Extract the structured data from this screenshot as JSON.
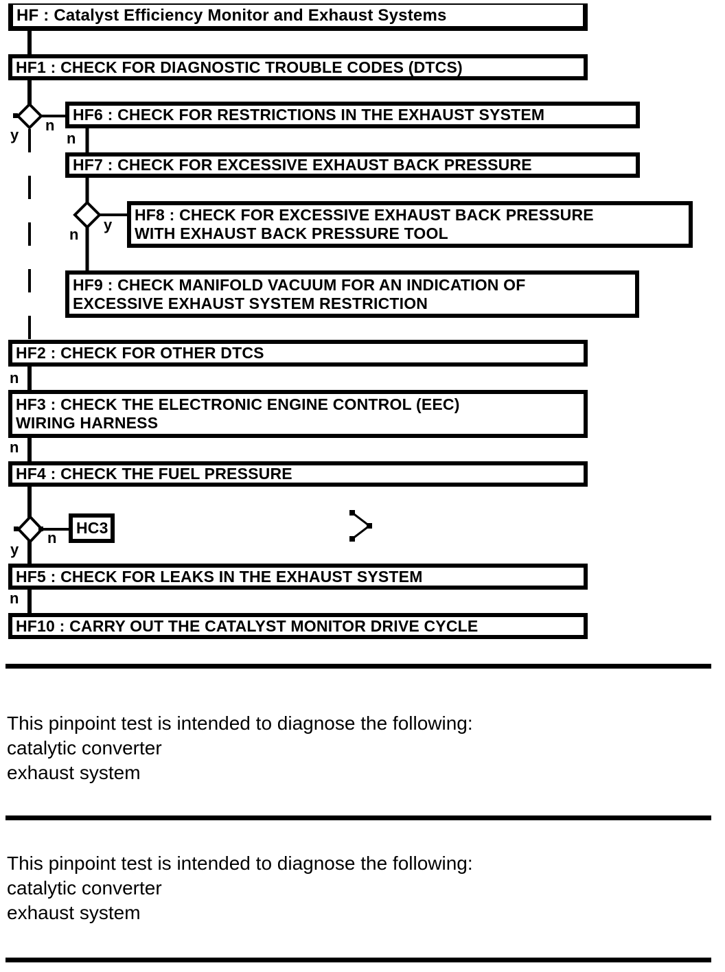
{
  "page": {
    "background_color": "#ffffff",
    "ink_color": "#000000"
  },
  "flowchart": {
    "title": "HF : Catalyst Efficiency Monitor and Exhaust Systems",
    "nodes": {
      "hf1": "HF1 : CHECK FOR DIAGNOSTIC TROUBLE CODES (DTCS)",
      "hf6": "HF6 : CHECK FOR RESTRICTIONS IN THE EXHAUST SYSTEM",
      "hf7": "HF7 : CHECK FOR EXCESSIVE EXHAUST BACK PRESSURE",
      "hf8": "HF8 : CHECK FOR EXCESSIVE EXHAUST BACK PRESSURE\nWITH EXHAUST BACK PRESSURE TOOL",
      "hf9": "HF9 : CHECK MANIFOLD VACUUM FOR AN INDICATION OF\nEXCESSIVE EXHAUST SYSTEM RESTRICTION",
      "hf2": "HF2 : CHECK FOR OTHER DTCS",
      "hf3": "HF3 : CHECK THE ELECTRONIC ENGINE CONTROL (EEC)\nWIRING HARNESS",
      "hf4": "HF4 : CHECK THE FUEL PRESSURE",
      "hc3": "HC3",
      "hf5": "HF5 : CHECK FOR LEAKS IN THE EXHAUST SYSTEM",
      "hf10": "HF10 : CARRY OUT THE CATALYST MONITOR DRIVE CYCLE"
    },
    "branch_labels": {
      "d1_yes": "y",
      "d1_no": "n",
      "hf6_no": "n",
      "d2_no": "n",
      "d2_yes": "y",
      "hf2_no": "n",
      "hf3_no": "n",
      "d3_yes": "y",
      "d3_no": "n",
      "hf5_no": "n"
    }
  },
  "notes": {
    "note1": {
      "lines": [
        "This pinpoint test is intended to diagnose the following:",
        "catalytic converter",
        "exhaust system"
      ]
    },
    "note2": {
      "lines": [
        "This pinpoint test is intended to diagnose the following:",
        "catalytic converter",
        "exhaust system"
      ]
    }
  }
}
